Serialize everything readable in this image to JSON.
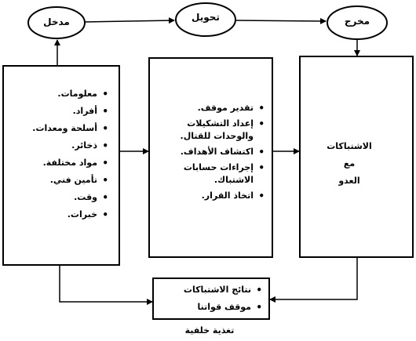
{
  "nodes": {
    "input": "مدخل",
    "process": "تحويل",
    "output": "مخرج"
  },
  "input_box": {
    "items": [
      "معلومات.",
      "أفراد.",
      "أسلحة ومعدات.",
      "ذخائر.",
      "مواد مختلفة.",
      "تأمين فني.",
      "وقت.",
      "خبرات."
    ]
  },
  "process_box": {
    "items": [
      "تقدير موقف.",
      "إعداد التشكيلات والوحدات للقتال.",
      "اكتشاف الأهداف.",
      "إجراءات حسابات الاشتباك.",
      "اتخاذ القرار."
    ]
  },
  "output_box": {
    "lines": [
      "الاشتباكات",
      "مع",
      "العدو"
    ]
  },
  "feedback_box": {
    "items": [
      "نتائج الاشتباكات",
      "موقف قواتنا"
    ]
  },
  "feedback_caption": "تغذية خلفية"
}
